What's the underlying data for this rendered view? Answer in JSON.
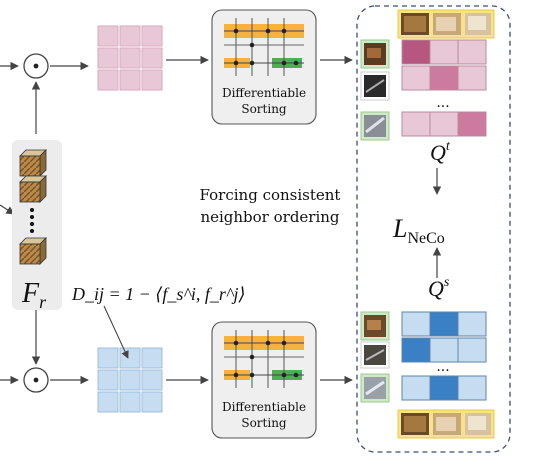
{
  "labels": {
    "sorting_top_line1": "Differentiable",
    "sorting_top_line2": "Sorting",
    "sorting_bottom_line1": "Differentiable",
    "sorting_bottom_line2": "Sorting",
    "forcing_line1": "Forcing consistent",
    "forcing_line2": "neighbor ordering",
    "fr_base": "F",
    "fr_sub": "r",
    "dij_formula": "D_ij = 1 − ⟨f_s^i, f_r^j⟩",
    "qt_base": "Q",
    "qt_sup": "t",
    "qs_base": "Q",
    "qs_sup": "s",
    "loss_base": "L",
    "loss_sub": "NeCo",
    "ellipsis_top": "...",
    "ellipsis_bottom": "..."
  },
  "colors": {
    "pink_light": "#e8c8d6",
    "pink_mid": "#cc7a9d",
    "pink_dark": "#b5577e",
    "blue_light": "#c6dcf0",
    "blue_dark": "#3b7fc4",
    "orange": "#f7b23b",
    "green": "#4caf50",
    "panel_gray": "#eeeeee",
    "dashed_border": "#3a4f7a"
  },
  "qt_matrix": {
    "row1": [
      "dark",
      "light",
      "light"
    ],
    "row2": [
      "light",
      "mid",
      "light"
    ],
    "row3": [
      "light",
      "light",
      "mid"
    ]
  },
  "qs_matrix": {
    "row1": [
      "light",
      "dark",
      "light"
    ],
    "row2": [
      "dark",
      "light",
      "light"
    ],
    "row3": [
      "light",
      "dark",
      "light"
    ]
  }
}
